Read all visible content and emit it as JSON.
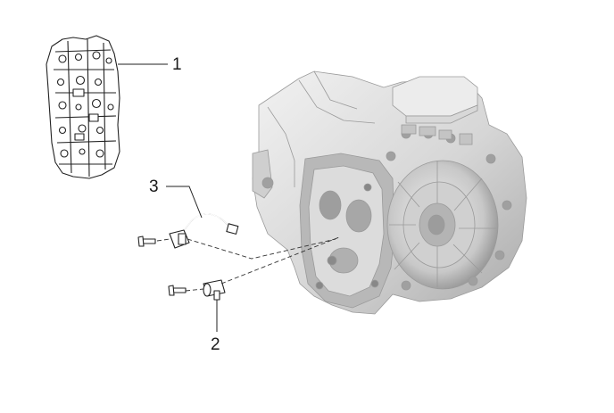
{
  "callouts": [
    {
      "number": "1"
    },
    {
      "number": "3"
    },
    {
      "number": "2"
    }
  ],
  "parts": {
    "valve_body": {
      "icon": "valve-body-line-art"
    },
    "speed_sensor_with_harness": {
      "icon": "sensor-harness-line-art"
    },
    "speed_sensor": {
      "icon": "sensor-line-art"
    },
    "transmission_housing": {
      "icon": "transaxle-rendering"
    }
  },
  "colors": {
    "line": "#222222",
    "housing_light": "#e6e6e6",
    "housing_mid": "#bdbdbd",
    "housing_dark": "#7a7a7a"
  }
}
